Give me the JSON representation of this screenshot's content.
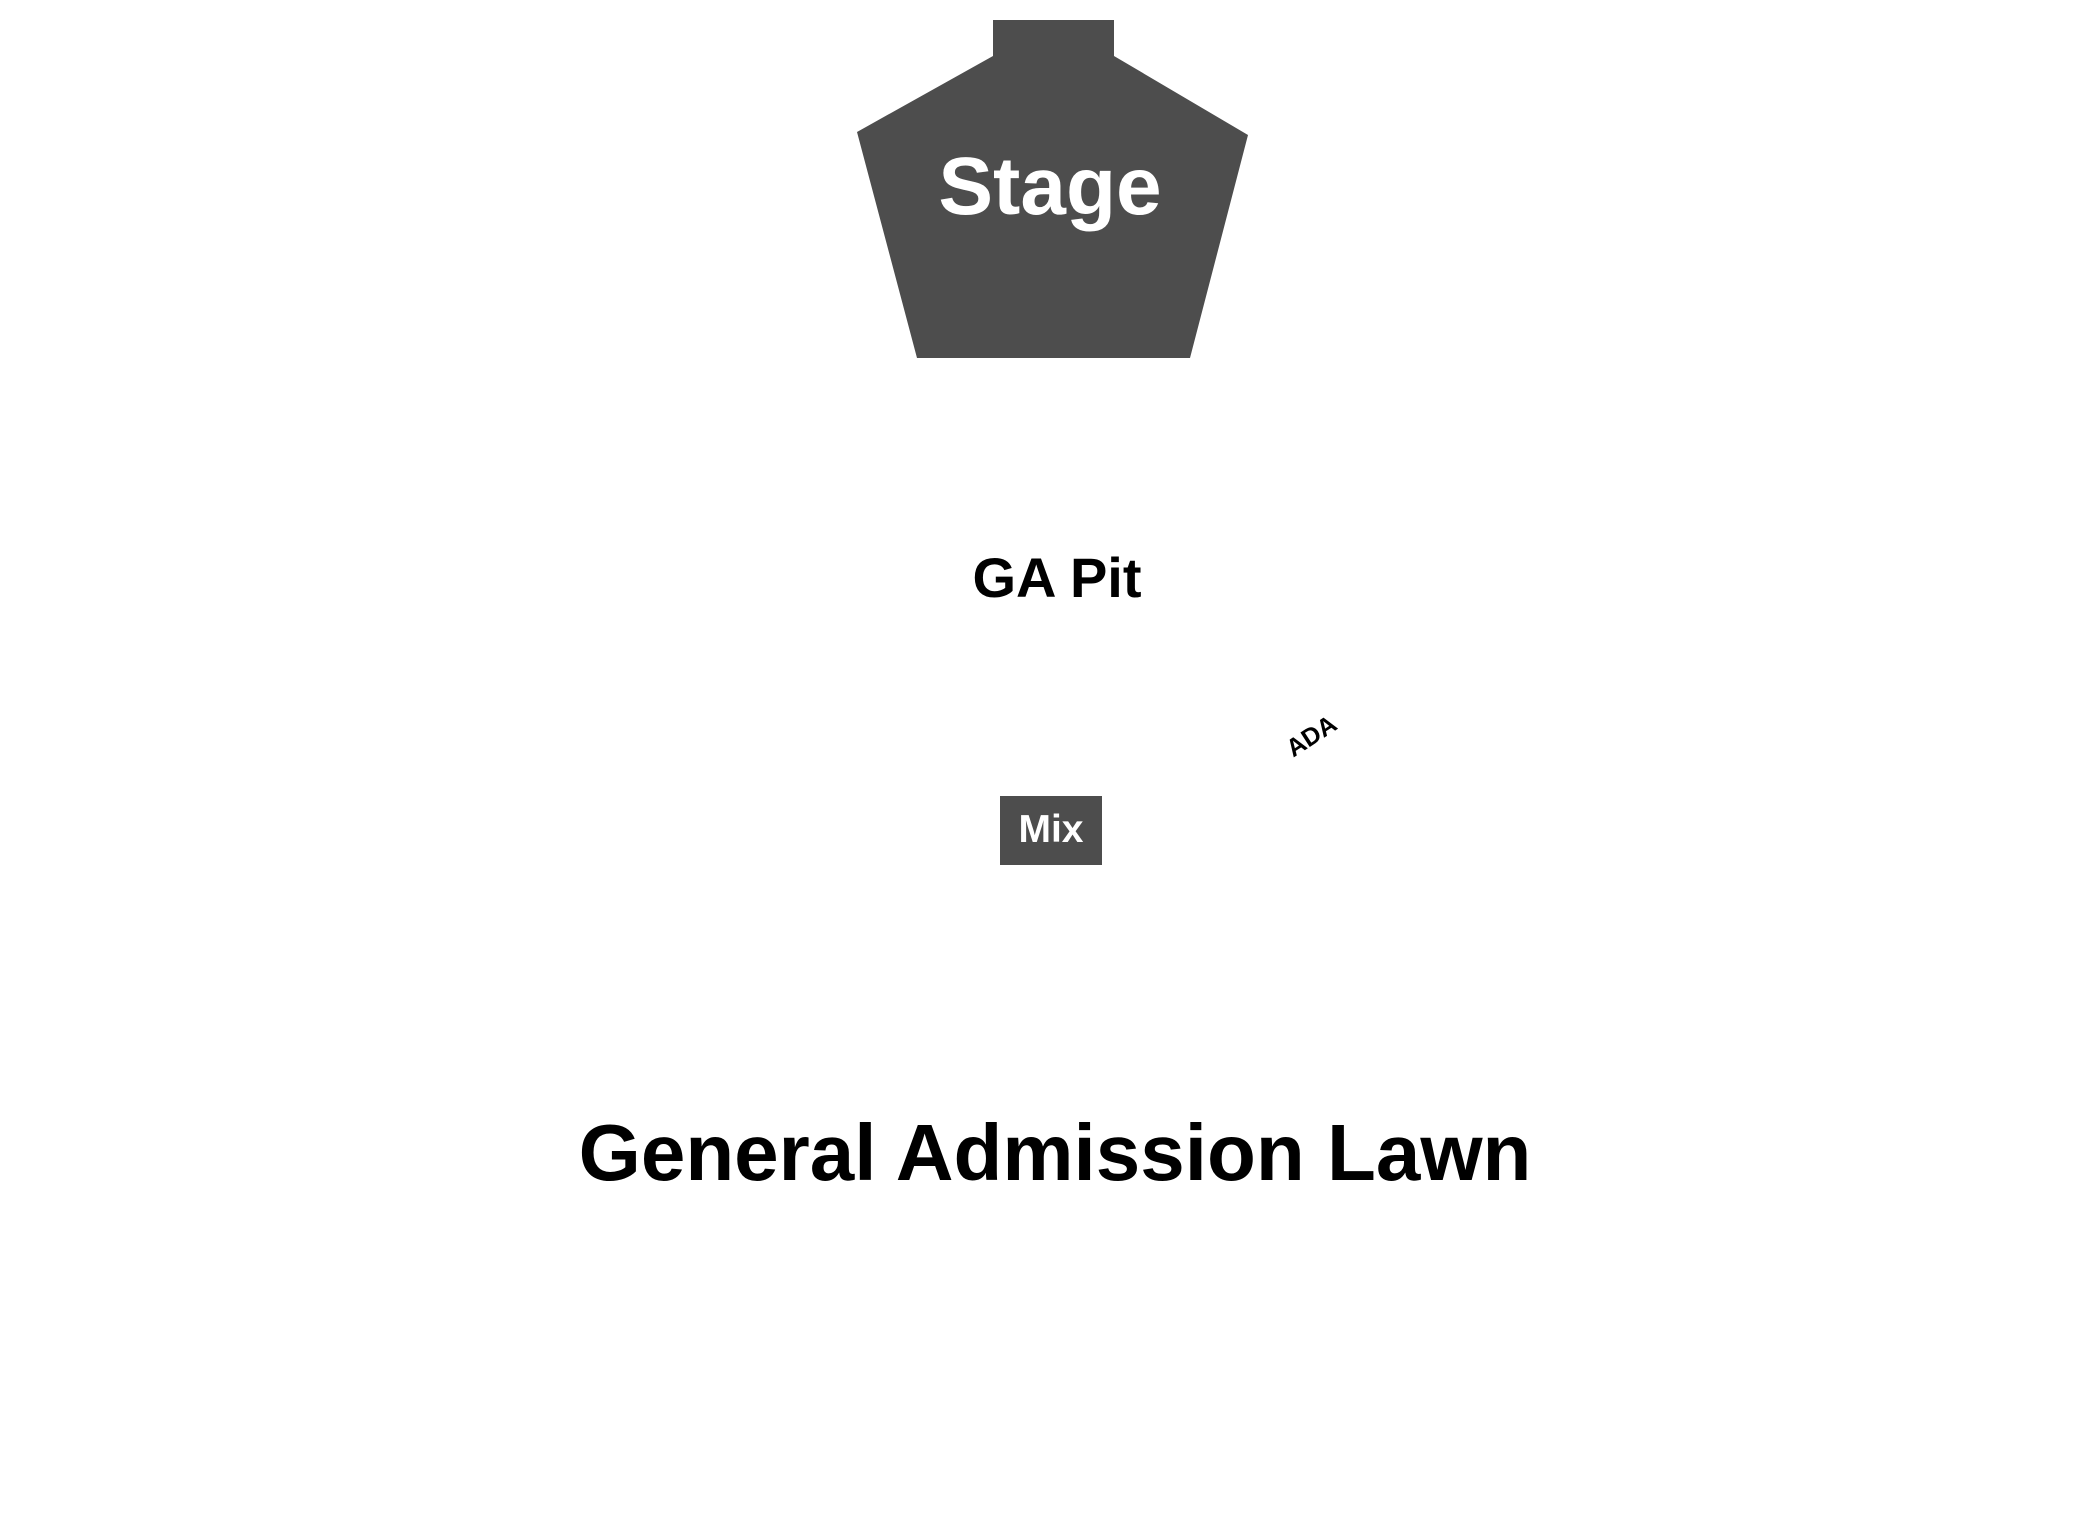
{
  "venue_map": {
    "stage": {
      "label": "Stage",
      "fill": "#4d4d4d",
      "text_color": "#ffffff"
    },
    "ga_pit": {
      "label": "GA Pit",
      "text_color": "#000000"
    },
    "ada": {
      "label": "ADA",
      "text_color": "#000000"
    },
    "mix": {
      "label": "Mix",
      "fill": "#4d4d4d",
      "text_color": "#ffffff"
    },
    "lawn": {
      "label": "General Admission Lawn",
      "text_color": "#000000"
    },
    "background": "#ffffff"
  }
}
